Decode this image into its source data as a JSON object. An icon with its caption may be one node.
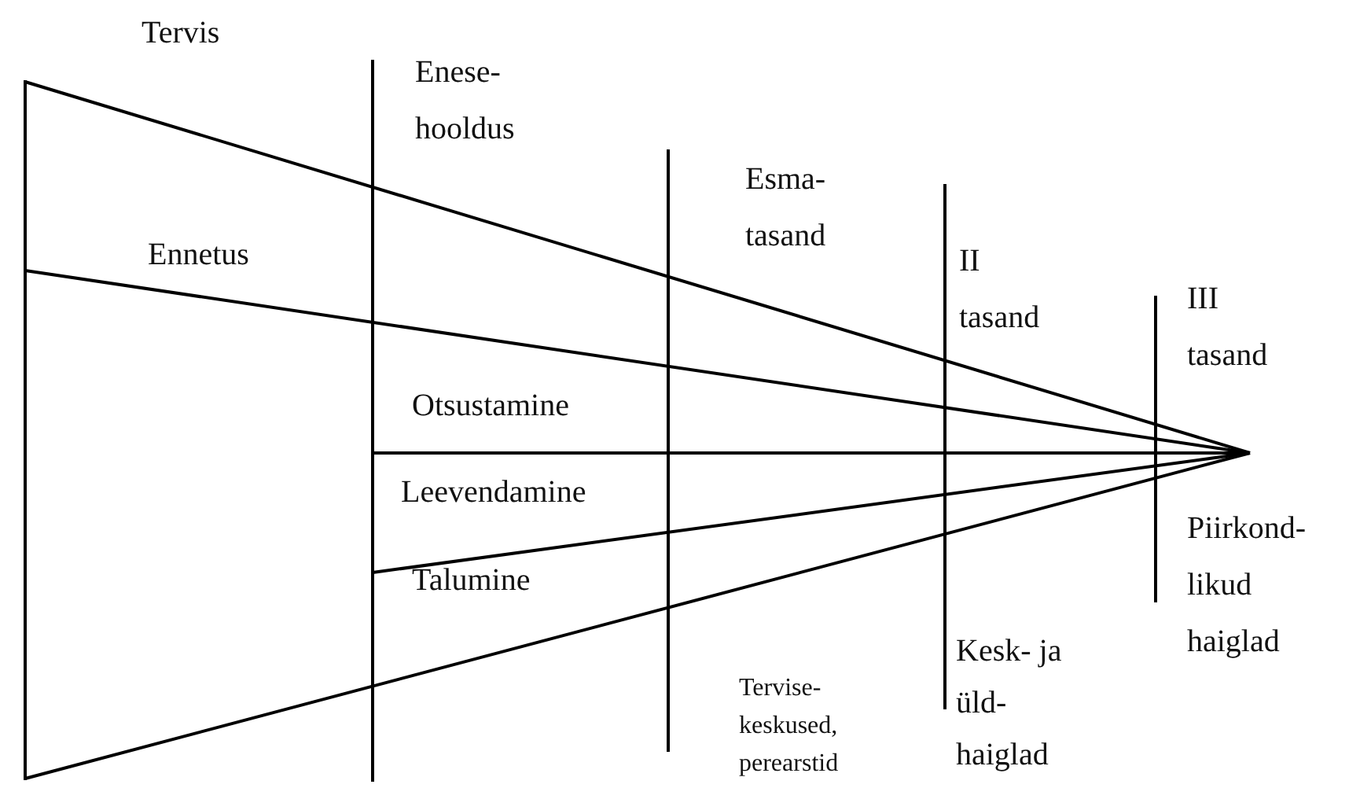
{
  "diagram": {
    "labels": [
      "Tervis",
      "Enese- hooldus",
      "Esma- tasand",
      "II tasand",
      "III tasand",
      "Ennetus",
      "Otsustamine",
      "Leevendamine",
      "Piirkond- likud haiglad",
      "Kesk- ja üld- haiglad",
      "Talumine",
      "Tervise- keskused, perearstid"
    ]
  }
}
